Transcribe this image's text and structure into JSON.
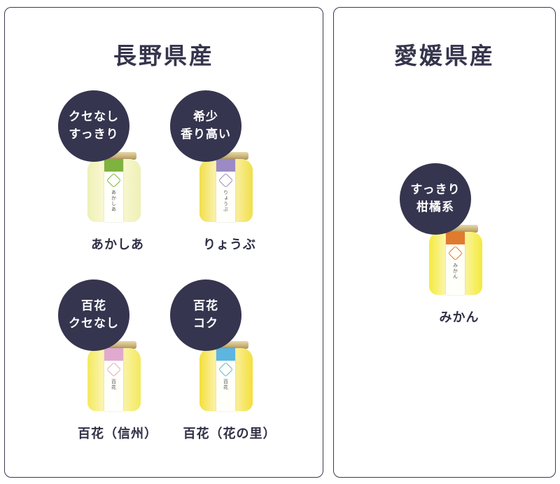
{
  "regions": {
    "nagano": {
      "title": "長野県産",
      "products": [
        {
          "badge": [
            "クセなし",
            "すっきり"
          ],
          "name": "あかしあ",
          "label_text": "あかしあ",
          "label_color": "#7fb23f",
          "honey_color": "#eef0b6"
        },
        {
          "badge": [
            "希少",
            "香り高い"
          ],
          "name": "りょうぶ",
          "label_text": "りょうぶ",
          "label_color": "#9b8ac4",
          "honey_color": "#f1df4a"
        },
        {
          "badge": [
            "百花",
            "クセなし"
          ],
          "name": "百花（信州）",
          "label_text": "百花",
          "label_color": "#e2a9cf",
          "honey_color": "#f3e95c"
        },
        {
          "badge": [
            "百花",
            "コク"
          ],
          "name": "百花（花の里）",
          "label_text": "百花",
          "label_color": "#5cb6e0",
          "honey_color": "#f4df3a"
        }
      ]
    },
    "ehime": {
      "title": "愛媛県産",
      "products": [
        {
          "badge": [
            "すっきり",
            "柑橘系"
          ],
          "name": "みかん",
          "label_text": "みかん",
          "label_color": "#e07b2e",
          "honey_color": "#f4ea3c"
        }
      ]
    }
  }
}
